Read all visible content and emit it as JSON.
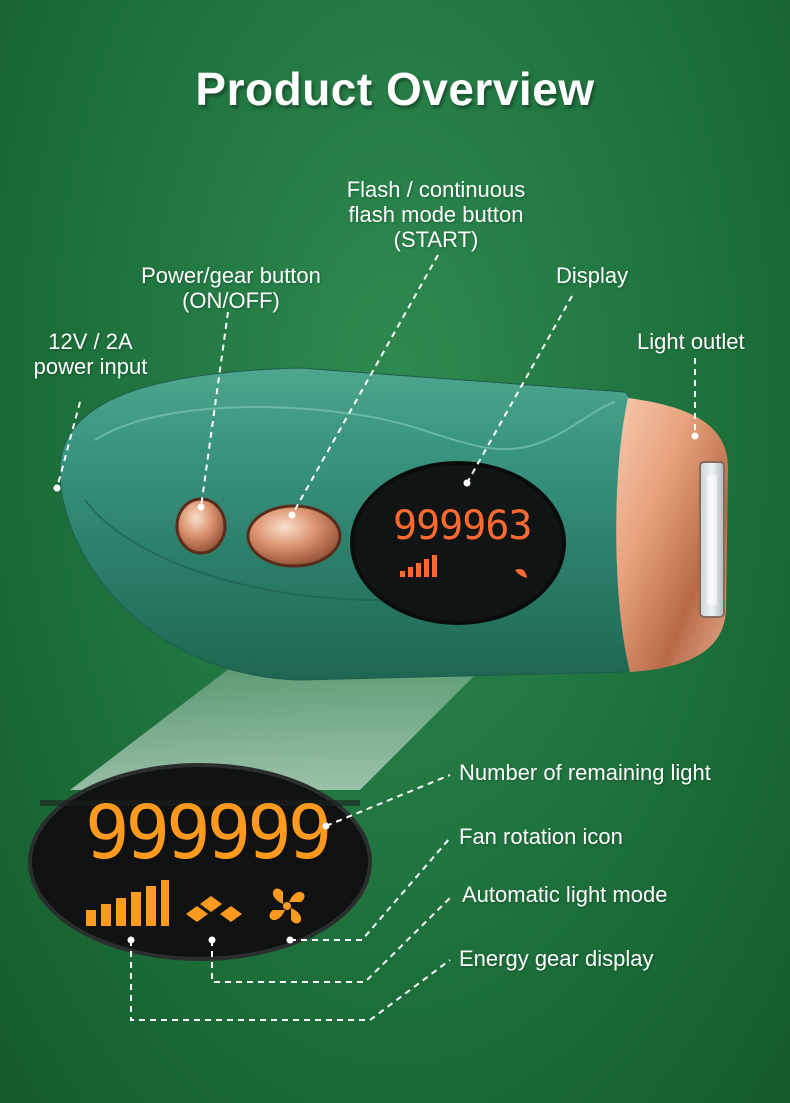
{
  "page": {
    "title": "Product Overview"
  },
  "callouts": {
    "power_input": [
      "12V / 2A",
      "power input"
    ],
    "power_button": [
      "Power/gear button",
      "(ON/OFF)"
    ],
    "flash_button": [
      "Flash / continuous",
      "flash mode button",
      "(START)"
    ],
    "display": "Display",
    "light_outlet": "Light outlet",
    "remaining_light": "Number of remaining light",
    "fan_icon": "Fan rotation icon",
    "auto_mode": "Automatic light mode",
    "energy_gear": "Energy gear display"
  },
  "device_display": {
    "count": "999963"
  },
  "zoom_display": {
    "count": "999999"
  },
  "colors": {
    "background": "#1e7040",
    "device_body": "#2e8a72",
    "rose_gold": "#e8a27e",
    "lcd_orange": "#ff9a1e",
    "lcd_small_orange": "#ff6a30"
  },
  "icons": [
    "energy-bars-icon",
    "auto-mode-diamonds-icon",
    "fan-icon"
  ]
}
